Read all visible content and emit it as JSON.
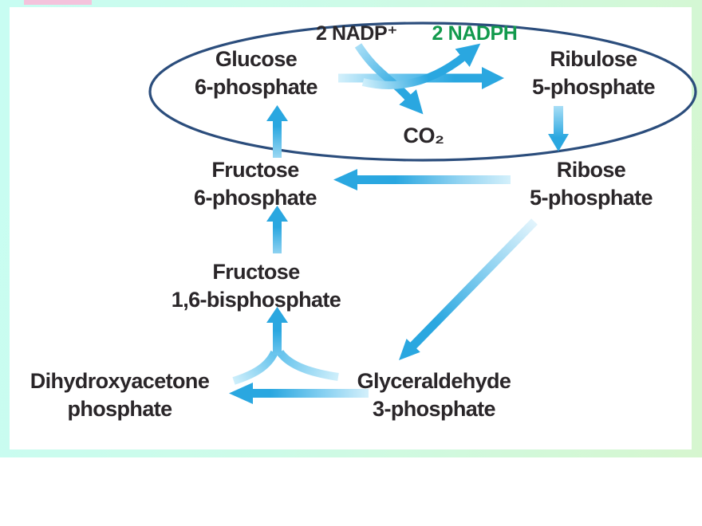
{
  "colors": {
    "arrow": "#2aa7e0",
    "ellipse": "#2b4d7c",
    "text": "#2a2629",
    "green": "#129a4d",
    "frame_cyan": "#c8fdf2",
    "frame_mid": "#cdfbe8",
    "frame_green": "#d6f6cf",
    "pink": "#f4c3dc"
  },
  "cofactors": {
    "nadp": "2 NADP⁺",
    "nadph": "2 NADPH",
    "co2": "CO₂"
  },
  "nodes": {
    "glucose6p": {
      "line1": "Glucose",
      "line2": "6-phosphate"
    },
    "ribulose5p": {
      "line1": "Ribulose",
      "line2": "5-phosphate"
    },
    "fructose6p": {
      "line1": "Fructose",
      "line2": "6-phosphate"
    },
    "ribose5p": {
      "line1": "Ribose",
      "line2": "5-phosphate"
    },
    "fructose16bp": {
      "line1": "Fructose",
      "line2": "1,6-bisphosphate"
    },
    "dhap": {
      "line1": "Dihydroxyacetone",
      "line2": "phosphate"
    },
    "g3p": {
      "line1": "Glyceraldehyde",
      "line2": "3-phosphate"
    }
  }
}
